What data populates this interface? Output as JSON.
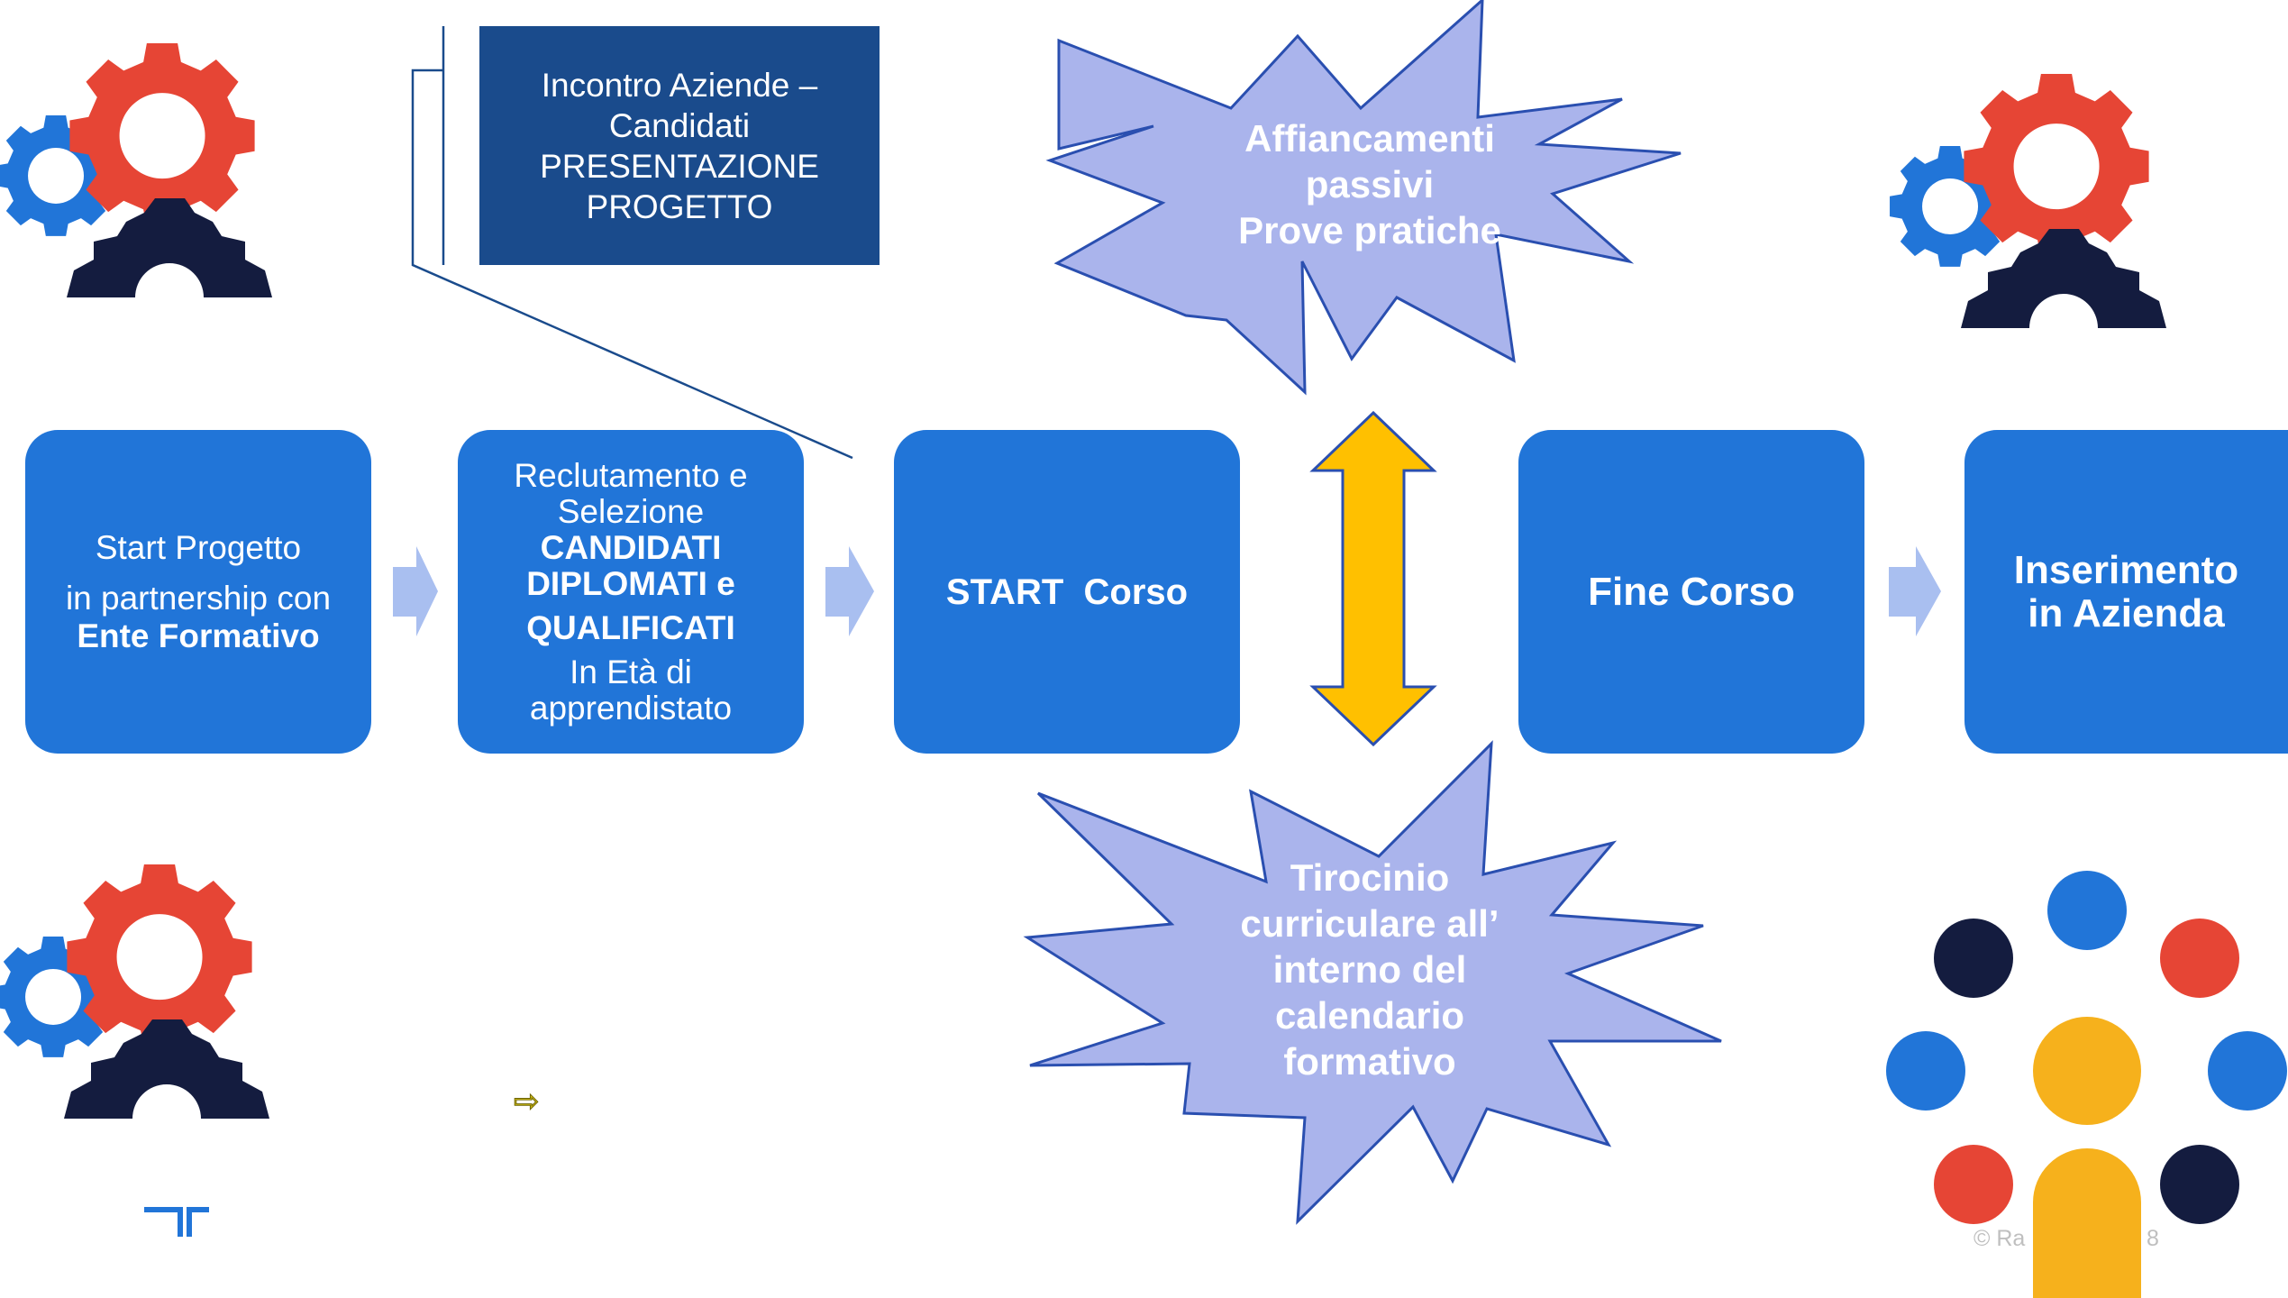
{
  "top_box": {
    "lines": [
      "Incontro Aziende –",
      "Candidati",
      "PRESENTAZIONE",
      "PROGETTO"
    ]
  },
  "steps": {
    "start_progetto": {
      "line1": "Start Progetto",
      "line2": "in partnership con",
      "line3": "Ente Formativo"
    },
    "reclutamento": {
      "line1": "Reclutamento e",
      "line2": "Selezione",
      "line3": "CANDIDATI",
      "line4": "DIPLOMATI e",
      "line5": "QUALIFICATI",
      "line6": "In Età di",
      "line7": "apprendistato"
    },
    "start_corso": {
      "label": "START  Corso"
    },
    "fine_corso": {
      "label": "Fine Corso"
    },
    "inserimento": {
      "line1": "Inserimento",
      "line2": "in Azienda"
    }
  },
  "bursts": {
    "top": {
      "lines": [
        "Affiancamenti",
        "passivi",
        "Prove pratiche"
      ]
    },
    "bottom": {
      "lines": [
        "Tirocinio",
        "curriculare all’",
        "interno del",
        "calendario",
        "formativo"
      ]
    }
  },
  "small_arrow": "⇨",
  "copyright": {
    "left": "© Ra",
    "right": "8"
  },
  "colors": {
    "box_blue": "#2175d8",
    "top_box_navy": "#1a4b8c",
    "burst_fill": "#aab4ec",
    "burst_stroke": "#2a4fb0",
    "chevron": "#a9bff0",
    "yellow": "#ffc000",
    "gear_red": "#e64535",
    "gear_blue": "#2175d8",
    "gear_navy": "#141c3f",
    "dot_yellow": "#f6b11c"
  },
  "icons": [
    "gears-top-left-icon",
    "gears-top-right-icon",
    "gears-bottom-left-icon",
    "people-dots-icon",
    "randstad-logo-icon",
    "double-arrow-icon"
  ]
}
